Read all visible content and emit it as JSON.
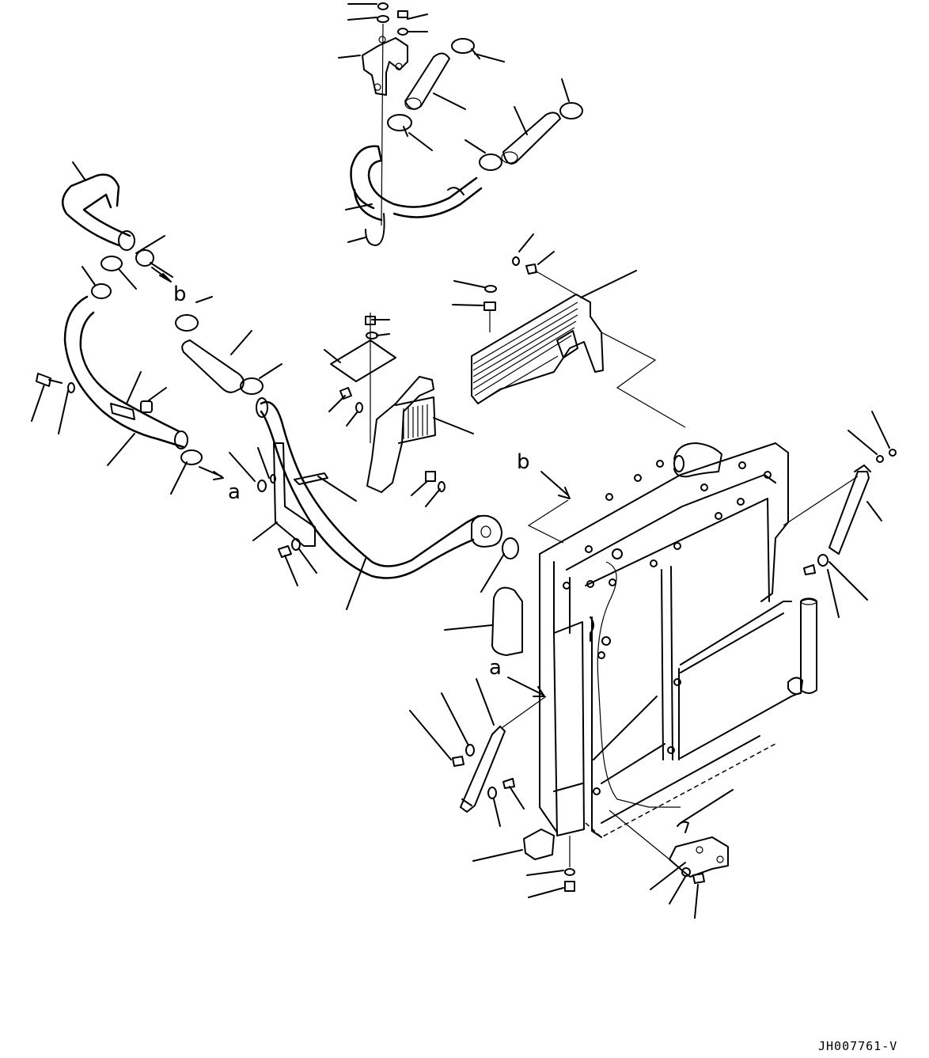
{
  "diagram": {
    "drawing_code": "JH007761-V",
    "refs": {
      "a_left": "a",
      "a_right": "a",
      "b_left": "b",
      "b_right": "b"
    }
  }
}
